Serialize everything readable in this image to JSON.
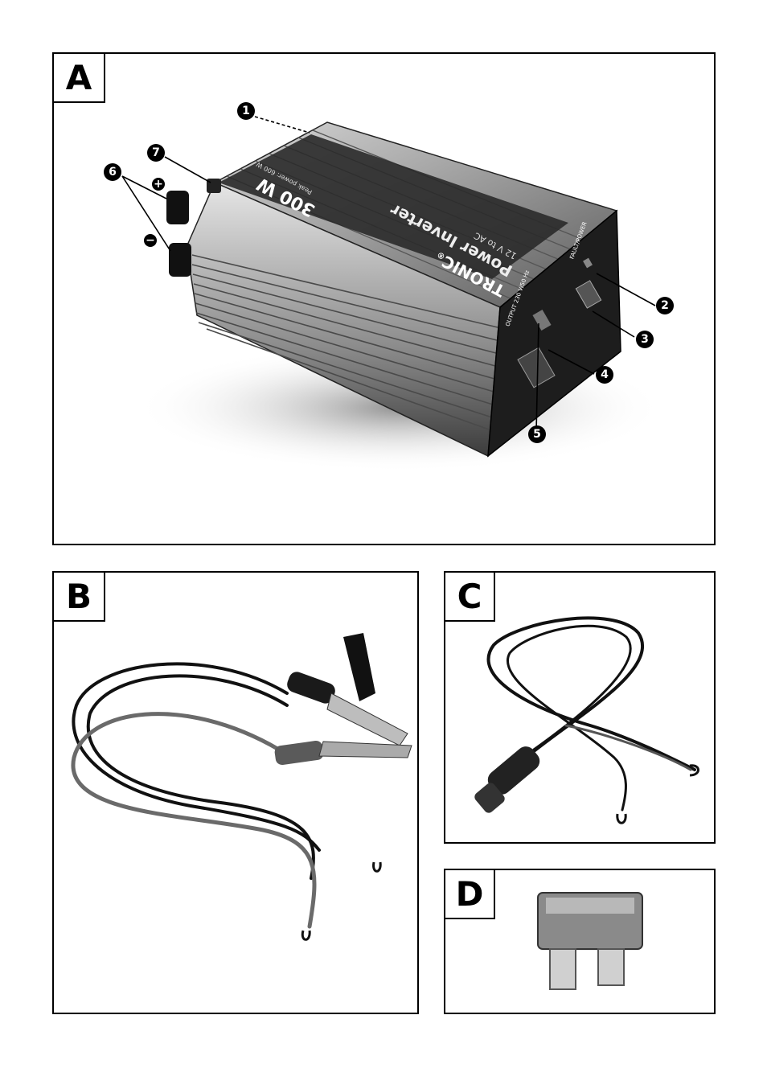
{
  "panels": [
    {
      "label": "A"
    },
    {
      "label": "B"
    },
    {
      "label": "C"
    },
    {
      "label": "D"
    }
  ],
  "device": {
    "brand": "TRONIC",
    "brand_mark": "®",
    "product": "Power Inverter",
    "spec": "12 V to AC",
    "power": "300 W",
    "peak": "Peak power: 600 W",
    "side_label": "FAULT/POWER",
    "output_label": "OUTPUT 230 V/50 Hz"
  },
  "callouts": [
    "1",
    "2",
    "3",
    "4",
    "5",
    "6",
    "7"
  ],
  "signs": {
    "plus": "+",
    "minus": "−"
  }
}
